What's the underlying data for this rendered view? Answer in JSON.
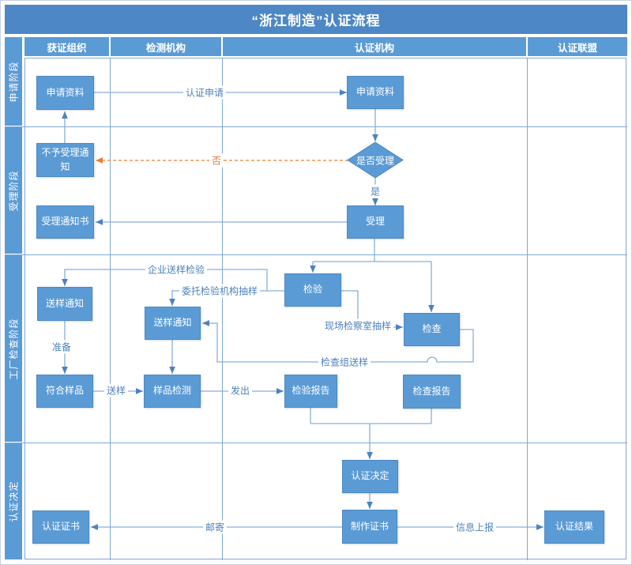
{
  "title": "“浙江制造”认证流程",
  "swimlanes": {
    "columns": [
      "获证组织",
      "检测机构",
      "认证机构",
      "认证联盟"
    ],
    "phases": [
      "申请阶段",
      "受理阶段",
      "工厂检查阶段",
      "认证决定"
    ]
  },
  "nodes": {
    "apply_docs_org": "申请资料",
    "apply_docs_cert": "申请资料",
    "reject_notice": "不予受理通知",
    "accept_decision": "是否受理",
    "accept": "受理",
    "accept_notice": "受理通知书",
    "inspection": "检验",
    "check": "检查",
    "sample_notice_org": "送样通知",
    "sample_notice_lab": "送样通知",
    "conforming_sample": "符合样品",
    "sample_testing": "样品检测",
    "inspection_report": "检验报告",
    "check_report": "检查报告",
    "cert_decision": "认证决定",
    "make_cert": "制作证书",
    "cert_certificate": "认证证书",
    "cert_result": "认证结果"
  },
  "edges": {
    "cert_apply": "认证申请",
    "no": "否",
    "yes": "是",
    "enterprise_sampling": "企业送样检验",
    "commissioned_sampling": "委托检验机构抽样",
    "onsite_sampling": "现场检察室抽样",
    "team_sampling": "检查组送样",
    "prepare": "准备",
    "send_sample": "送样",
    "issue": "发出",
    "mail": "邮寄",
    "report_info": "信息上报"
  },
  "colors": {
    "accent_blue": "#5b9bd5",
    "title_bar_blue": "#4e87c5",
    "grid_blue": "#7fa9d6",
    "connector_blue": "#86afda",
    "arrow_blue": "#4c82c4",
    "warning_orange": "#ed7d31"
  }
}
